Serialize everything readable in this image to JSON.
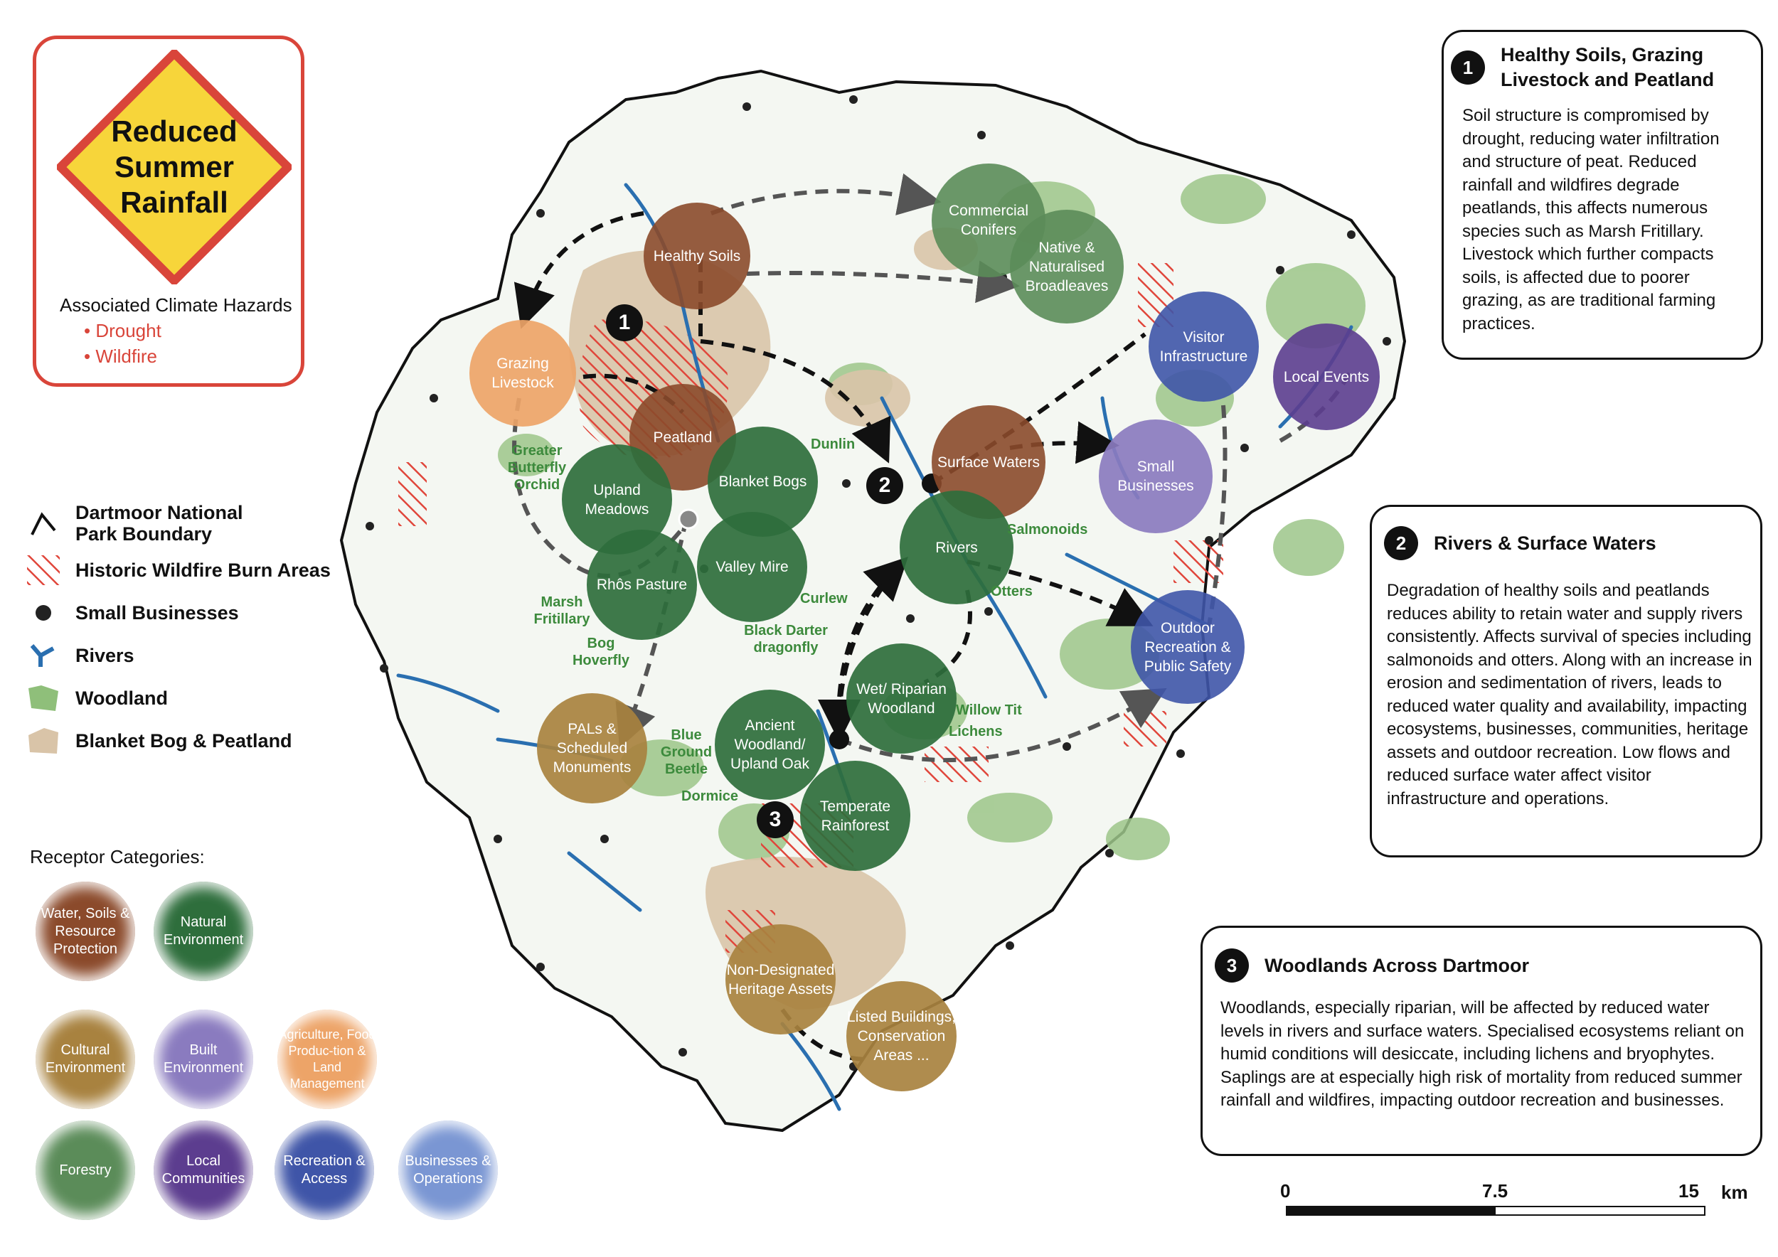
{
  "title_card": {
    "sign_line1": "Reduced",
    "sign_line2": "Summer",
    "sign_line3": "Rainfall",
    "hazards_heading": "Associated Climate Hazards",
    "hazards": [
      "Drought",
      "Wildfire"
    ],
    "sign_fill": "#f7d53a",
    "sign_border": "#d9453a"
  },
  "legend": {
    "items": [
      {
        "label": "Dartmoor National Park Boundary",
        "icon": "boundary-line-icon"
      },
      {
        "label": "Historic Wildfire Burn Areas",
        "icon": "burn-hatch-icon"
      },
      {
        "label": "Small Businesses",
        "icon": "dot-icon"
      },
      {
        "label": "Rivers",
        "icon": "river-icon"
      },
      {
        "label": "Woodland",
        "icon": "woodland-patch-icon"
      },
      {
        "label": "Blanket Bog & Peatland",
        "icon": "peat-patch-icon"
      }
    ],
    "colors": {
      "burn": "#e0463b",
      "river": "#2a6fb0",
      "woodland": "#8fbf7a",
      "peat": "#d9c4a8"
    }
  },
  "receptors": {
    "heading": "Receptor Categories:",
    "categories": [
      {
        "label": "Water, Soils & Resource Protection",
        "color": "#8b4a2b"
      },
      {
        "label": "Natural Environment",
        "color": "#2e6e3c"
      },
      {
        "label": "Cultural Environment",
        "color": "#a8823f"
      },
      {
        "label": "Built Environment",
        "color": "#8a7bbf"
      },
      {
        "label": "Agriculture, Food Produc-tion & Land Management",
        "color": "#eda468"
      },
      {
        "label": "Forestry",
        "color": "#5b8c59"
      },
      {
        "label": "Local Communities",
        "color": "#5c3d8f"
      },
      {
        "label": "Recreation & Access",
        "color": "#3f55a8"
      },
      {
        "label": "Businesses & Operations",
        "color": "#7a96d3"
      }
    ]
  },
  "map": {
    "nodes": [
      {
        "id": "healthy-soils",
        "label": "Healthy Soils",
        "color": "#8b4a2b"
      },
      {
        "id": "commercial-conifers",
        "label": "Commercial Conifers",
        "color": "#5b8c59"
      },
      {
        "id": "native-broadleaves",
        "label": "Native & Naturalised Broadleaves",
        "color": "#5b8c59"
      },
      {
        "id": "grazing-livestock",
        "label": "Grazing Livestock",
        "color": "#eda468"
      },
      {
        "id": "peatland",
        "label": "Peatland",
        "color": "#8b4a2b"
      },
      {
        "id": "visitor-infrastructure",
        "label": "Visitor Infrastructure",
        "color": "#3f55a8"
      },
      {
        "id": "local-events",
        "label": "Local Events",
        "color": "#5c3d8f"
      },
      {
        "id": "surface-waters",
        "label": "Surface Waters",
        "color": "#8b4a2b"
      },
      {
        "id": "small-businesses",
        "label": "Small Businesses",
        "color": "#8a7bbf"
      },
      {
        "id": "upland-meadows",
        "label": "Upland Meadows",
        "color": "#2e6e3c"
      },
      {
        "id": "blanket-bogs",
        "label": "Blanket Bogs",
        "color": "#2e6e3c"
      },
      {
        "id": "rivers",
        "label": "Rivers",
        "color": "#2e6e3c"
      },
      {
        "id": "rhos-pasture",
        "label": "Rhôs Pasture",
        "color": "#2e6e3c"
      },
      {
        "id": "valley-mire",
        "label": "Valley Mire",
        "color": "#2e6e3c"
      },
      {
        "id": "outdoor-recreation",
        "label": "Outdoor Recreation & Public Safety",
        "color": "#3f55a8"
      },
      {
        "id": "wet-riparian",
        "label": "Wet/ Riparian Woodland",
        "color": "#2e6e3c"
      },
      {
        "id": "pals",
        "label": "PALs & Scheduled Monuments",
        "color": "#a8823f"
      },
      {
        "id": "ancient-woodland",
        "label": "Ancient Woodland/ Upland Oak",
        "color": "#2e6e3c"
      },
      {
        "id": "temperate-rainforest",
        "label": "Temperate Rainforest",
        "color": "#2e6e3c"
      },
      {
        "id": "non-designated",
        "label": "Non-Designated Heritage Assets",
        "color": "#a8823f"
      },
      {
        "id": "listed-buildings",
        "label": "Listed Buildings, Conservation Areas ...",
        "color": "#a8823f"
      }
    ],
    "species": [
      "Greater Butterfly Orchid",
      "Dunlin",
      "Salmonoids",
      "Otters",
      "Curlew",
      "Marsh Fritillary",
      "Bog Hoverfly",
      "Black Darter dragonfly",
      "Willow Tit",
      "Lichens",
      "Blue Ground Beetle",
      "Dormice"
    ],
    "badges": [
      "1",
      "2",
      "3"
    ]
  },
  "info_boxes": [
    {
      "num": "1",
      "title": "Healthy Soils, Grazing Livestock and Peatland",
      "body": "Soil structure is compromised by drought, reducing water infiltration and structure of peat.  Reduced rainfall and wildfires degrade peatlands, this affects numerous species such as Marsh Fritillary. Livestock which further compacts soils, is affected due to poorer grazing, as are traditional farming practices."
    },
    {
      "num": "2",
      "title": "Rivers & Surface Waters",
      "body": "Degradation of healthy soils and peatlands reduces ability to retain water and supply rivers consistently. Affects survival of species including salmonoids and otters. Along with an increase in erosion and sedimentation of rivers, leads to reduced water quality and availability, impacting ecosystems, businesses, communities, heritage assets and outdoor recreation. Low flows and reduced surface water affect visitor infrastructure and operations."
    },
    {
      "num": "3",
      "title": "Woodlands Across Dartmoor",
      "body": "Woodlands, especially riparian, will be affected by reduced water levels in rivers and surface waters. Specialised ecosystems reliant on humid conditions will desiccate, including lichens and bryophytes. Saplings are at especially high risk of mortality from reduced summer rainfall and wildfires, impacting outdoor recreation and businesses."
    }
  ],
  "scale": {
    "ticks": [
      "0",
      "7.5",
      "15"
    ],
    "unit": "km"
  }
}
